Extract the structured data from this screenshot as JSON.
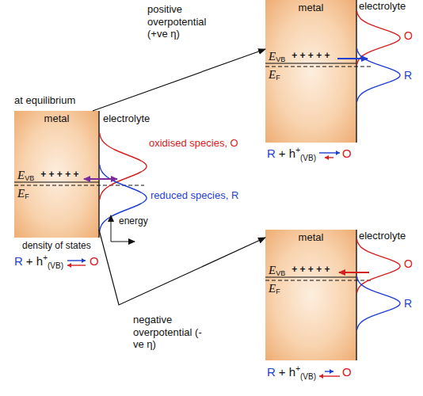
{
  "diagram": {
    "nodes": [
      {
        "text": [
          "metal",
          "E",
          "VB",
          "+ + + + +",
          "E",
          "F"
        ]
      },
      {
        "text": [
          "metal",
          "E",
          "VB",
          "+ + + + +",
          "E",
          "F"
        ]
      },
      {
        "text": [
          "metal",
          "E",
          "VB",
          "+ + + + +",
          "E",
          "F"
        ]
      }
    ],
    "edges": [
      {
        "from": 0,
        "to": 1,
        "arrow": "to",
        "label": "positive overpotential (+ve η)"
      },
      {
        "from": 0,
        "to": 2,
        "arrow": "to",
        "label": "negative overpotential (-ve η)"
      }
    ],
    "labels": [
      "at equilibrium",
      "electrolyte",
      "oxidised species, O",
      "reduced species, R",
      "energy",
      "density of states",
      "R",
      "+ h",
      "+",
      "(VB)",
      "O",
      "electrolyte",
      "O",
      "R",
      "R",
      "+ h",
      "+",
      "(VB)",
      "O",
      "electrolyte",
      "O",
      "R",
      "R",
      "+ h",
      "+",
      "(VB)",
      "O"
    ]
  }
}
